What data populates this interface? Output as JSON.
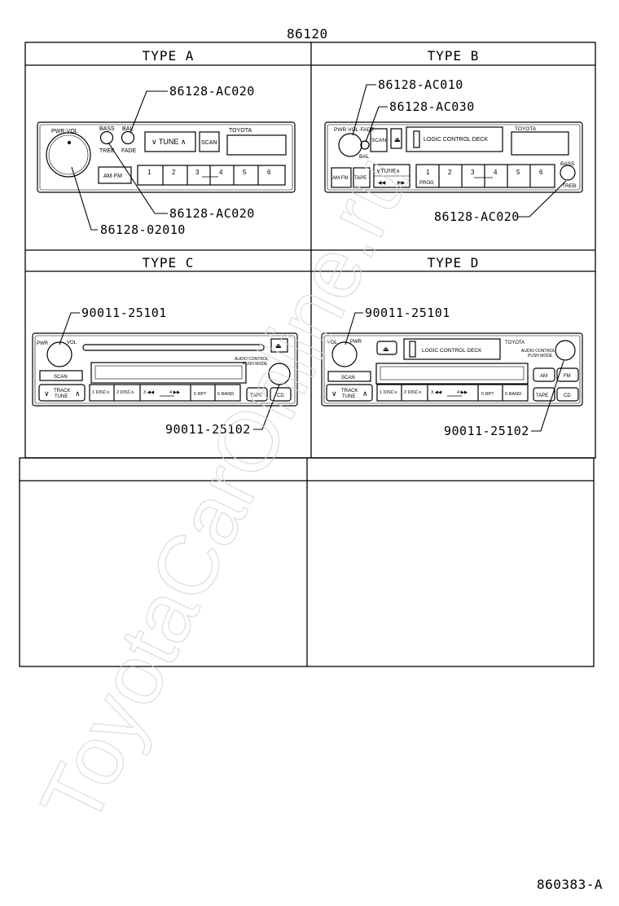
{
  "diagram": {
    "title": "86120",
    "drawing_number": "860383-A",
    "watermark": "ToyotaCarOnline.ru",
    "panels": [
      {
        "header": "TYPE A",
        "part_numbers": [
          "86128-AC020",
          "86128-AC020",
          "86128-02010"
        ],
        "unit": {
          "knob_label": "PWR·VOL",
          "bass": "BASS",
          "bal": "BAL",
          "treb": "TREB",
          "fade": "FADE",
          "tune": "∨ TUNE ∧",
          "scan": "SCAN",
          "brand": "TOYOTA",
          "am_fm": "AM·FM",
          "presets": [
            "1",
            "2",
            "3",
            "4",
            "5",
            "6"
          ]
        }
      },
      {
        "header": "TYPE B",
        "part_numbers": [
          "86128-AC010",
          "86128-AC030",
          "86128-AC020"
        ],
        "unit": {
          "knob_label": "PWR·VOL·FADE",
          "bal": "BAL",
          "scan": "SCAN",
          "deck": "LOGIC CONTROL DECK",
          "brand": "TOYOTA",
          "am_fm": "AM·FM",
          "tape": "TAPE",
          "tune": "∨TUNE∧",
          "presets": [
            "1",
            "2",
            "3",
            "4",
            "5",
            "6"
          ],
          "prog": "PROG",
          "bass": "BASS",
          "treb": "TREB"
        }
      },
      {
        "header": "TYPE C",
        "part_numbers": [
          "90011-25101",
          "90011-25102"
        ],
        "unit": {
          "pwr": "PWR",
          "vol": "VOL",
          "scan": "SCAN",
          "track": "TRACK",
          "tune": "TUNE",
          "audio_control": "AUDIO CONTROL",
          "mode": "PUSH MODE",
          "presets": [
            "1 DISC∨",
            "2 DISC∧",
            "3 ◀◀",
            "4 ▶▶",
            "5 RPT",
            "6 RAND"
          ],
          "tape": "TAPE",
          "cd": "CD"
        }
      },
      {
        "header": "TYPE D",
        "part_numbers": [
          "90011-25101",
          "90011-25102"
        ],
        "unit": {
          "vol": "VOL",
          "pwr": "PWR",
          "deck": "LOGIC CONTROL DECK",
          "brand": "TOYOTA",
          "audio_control": "AUDIO CONTROL",
          "mode": "PUSH MODE",
          "scan": "SCAN",
          "track": "TRACK",
          "tune": "TUNE",
          "am": "AM",
          "fm": "FM",
          "presets": [
            "1 DISC∨",
            "2 DISC∧",
            "3 ◀◀",
            "4 ▶▶",
            "5 RPT",
            "6 RAND"
          ],
          "tape": "TAPE",
          "cd": "CD"
        }
      }
    ]
  }
}
